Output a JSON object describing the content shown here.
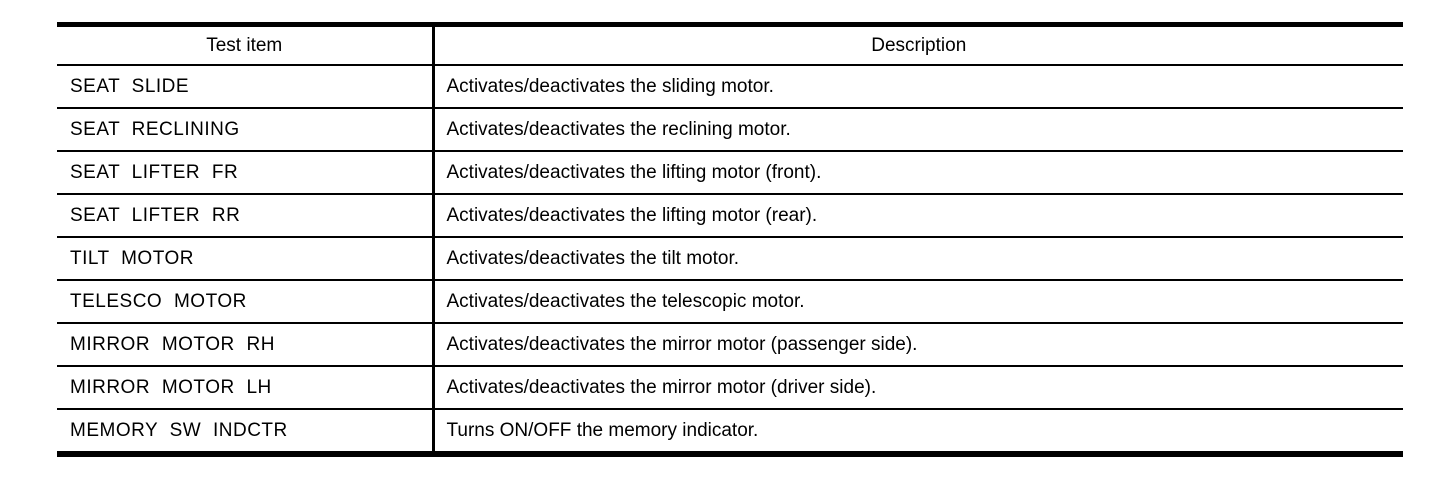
{
  "colors": {
    "background": "#ffffff",
    "border": "#000000",
    "text": "#000000"
  },
  "table": {
    "headers": {
      "test_item": "Test item",
      "description": "Description"
    },
    "rows": [
      {
        "test_item": "SEAT SLIDE",
        "description": "Activates/deactivates the sliding motor."
      },
      {
        "test_item": "SEAT RECLINING",
        "description": "Activates/deactivates the reclining motor."
      },
      {
        "test_item": "SEAT LIFTER FR",
        "description": "Activates/deactivates the lifting motor (front)."
      },
      {
        "test_item": "SEAT LIFTER RR",
        "description": "Activates/deactivates the lifting motor (rear)."
      },
      {
        "test_item": "TILT MOTOR",
        "description": "Activates/deactivates the tilt motor."
      },
      {
        "test_item": "TELESCO MOTOR",
        "description": "Activates/deactivates the telescopic motor."
      },
      {
        "test_item": "MIRROR MOTOR RH",
        "description": "Activates/deactivates the mirror motor (passenger side)."
      },
      {
        "test_item": "MIRROR MOTOR LH",
        "description": "Activates/deactivates the mirror motor (driver side)."
      },
      {
        "test_item": "MEMORY SW INDCTR",
        "description": "Turns ON/OFF the memory indicator."
      }
    ]
  }
}
